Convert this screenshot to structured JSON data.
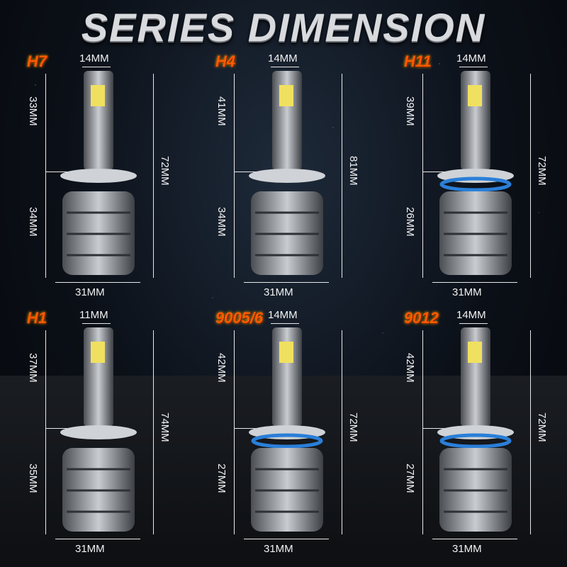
{
  "title": "SERIES DIMENSION",
  "colors": {
    "model": "#ff5a00",
    "ring": "#2a7fd8",
    "chip": "#f0e060"
  },
  "bulbs": [
    {
      "model": "H7",
      "top_width": "14MM",
      "top_height": "33MM",
      "bottom_height": "34MM",
      "total_height": "72MM",
      "base_width": "31MM",
      "ring": false
    },
    {
      "model": "H4",
      "top_width": "14MM",
      "top_height": "41MM",
      "bottom_height": "34MM",
      "total_height": "81MM",
      "base_width": "31MM",
      "ring": false
    },
    {
      "model": "H11",
      "top_width": "14MM",
      "top_height": "39MM",
      "bottom_height": "26MM",
      "total_height": "72MM",
      "base_width": "31MM",
      "ring": true
    },
    {
      "model": "H1",
      "top_width": "11MM",
      "top_height": "37MM",
      "bottom_height": "35MM",
      "total_height": "74MM",
      "base_width": "31MM",
      "ring": false
    },
    {
      "model": "9005/6",
      "top_width": "14MM",
      "top_height": "42MM",
      "bottom_height": "27MM",
      "total_height": "72MM",
      "base_width": "31MM",
      "ring": true
    },
    {
      "model": "9012",
      "top_width": "14MM",
      "top_height": "42MM",
      "bottom_height": "27MM",
      "total_height": "72MM",
      "base_width": "31MM",
      "ring": true
    }
  ]
}
